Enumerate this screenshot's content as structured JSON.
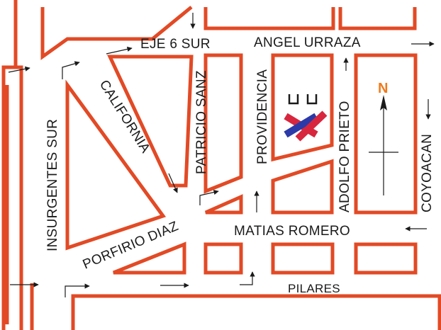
{
  "colors": {
    "block_outline": "#e24a25",
    "north_label": "#f07a1c",
    "marker_red": "#d7263d",
    "marker_blue": "#2b3aa8",
    "text": "#1a1a1a",
    "background": "#ffffff"
  },
  "streets": {
    "eje6sur": "EJE 6 SUR",
    "angel_urraza": "ANGEL URRAZA",
    "insurgentes_sur": "INSURGENTES SUR",
    "california": "CALIFORNIA",
    "patricio_sanz": "PATRICIO SANZ",
    "providencia": "PROVIDENCIA",
    "adolfo_prieto": "ADOLFO PRIETO",
    "coyoacan": "COYOACAN",
    "porfirio_diaz": "PORFIRIO DIAZ",
    "matias_romero": "MATIAS ROMERO",
    "pilares": "PILARES"
  },
  "compass": {
    "label": "N"
  },
  "location_marker": {
    "icon": "crossed-x-marker-icon",
    "badge_icon": "double-bracket-icon"
  }
}
